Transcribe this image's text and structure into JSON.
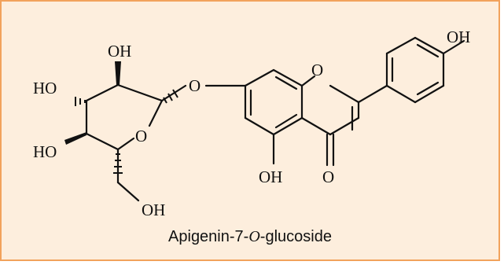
{
  "colors": {
    "panel_background": "#fdeedd",
    "border": "#f2a25c",
    "ink": "#111111"
  },
  "structure": {
    "atom_labels": {
      "oh_top_right": "OH",
      "oh_sugar_top": "OH",
      "ho_sugar_left_upper": "HO",
      "ho_sugar_left_lower": "HO",
      "oh_sugar_bottom": "OH",
      "o_glycosidic": "O",
      "o_pyranose_ring": "O",
      "o_chromone_ring": "O",
      "oh_aromatic_bottom": "OH",
      "o_carbonyl": "O"
    }
  },
  "caption": {
    "prefix": "Apigenin-7-",
    "italic_letter": "O",
    "suffix": "-glucoside"
  }
}
